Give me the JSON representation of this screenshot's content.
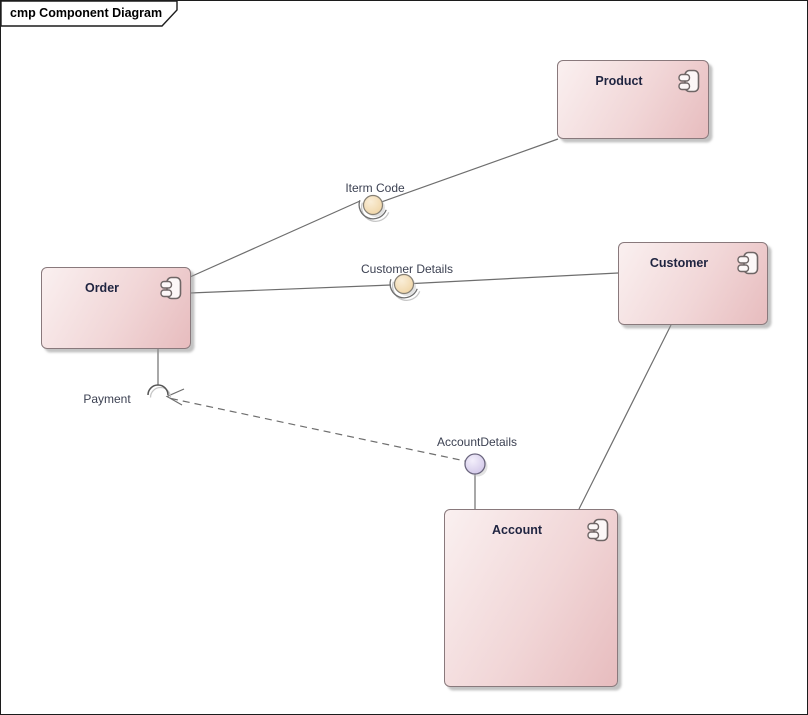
{
  "frame": {
    "title": "cmp Component Diagram"
  },
  "components": {
    "product": {
      "label": "Product"
    },
    "order": {
      "label": "Order"
    },
    "customer": {
      "label": "Customer"
    },
    "account": {
      "label": "Account"
    }
  },
  "interfaces": {
    "iterm_code": {
      "label": "Iterm Code",
      "kind": "assembly ball-and-socket",
      "ball_color": "#f0d6a8"
    },
    "customer_details": {
      "label": "Customer Details",
      "kind": "assembly ball-and-socket",
      "ball_color": "#f0d6a8"
    },
    "payment": {
      "label": "Payment",
      "kind": "required socket"
    },
    "account_details": {
      "label": "AccountDetails",
      "kind": "provided ball",
      "ball_color": "#cfc4e7"
    }
  },
  "colors": {
    "component_fill_light": "#faf0f0",
    "component_fill_dark": "#e7bcbe",
    "component_border": "#89797c",
    "connector_line": "#6e6e6e",
    "component_text": "#1f2440",
    "interface_text": "#3c4152",
    "frame_border": "#1c1c1c",
    "shadow": "#c6c6c6"
  }
}
